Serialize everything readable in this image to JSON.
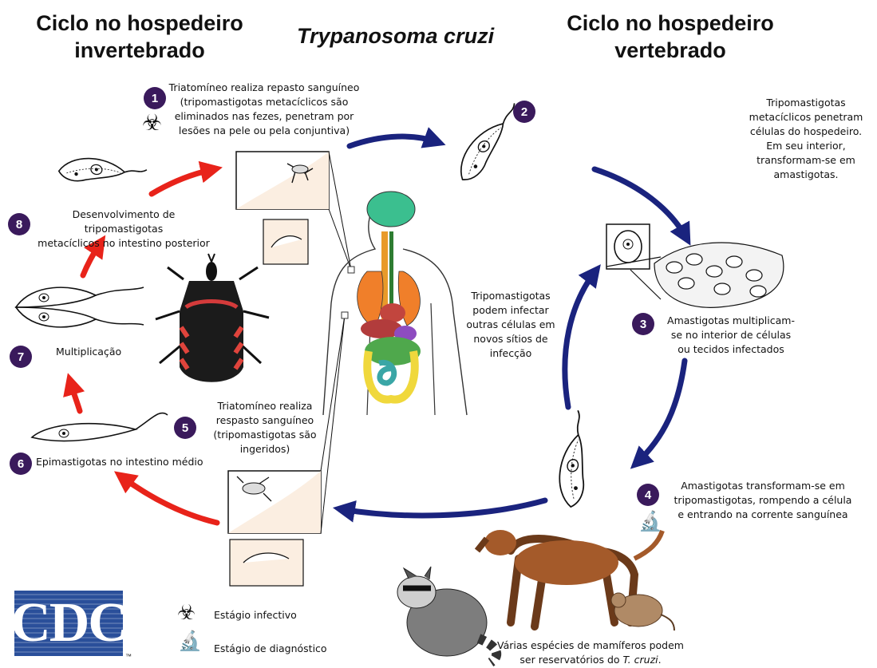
{
  "headings": {
    "invertebrate": "Ciclo no hospedeiro invertebrado",
    "invertebrate_line1": "Ciclo no hospedeiro",
    "invertebrate_line2": "invertebrado",
    "species": "Trypanosoma cruzi",
    "vertebrate_line1": "Ciclo no hospedeiro",
    "vertebrate_line2": "vertebrado"
  },
  "steps": [
    {
      "number": "1",
      "lines": [
        "Triatomíneo realiza repasto sanguíneo",
        "(tripomastigotas metacíclicos são",
        "eliminados nas fezes, penetram por",
        "lesões na pele ou pela conjuntiva)"
      ]
    },
    {
      "number": "2",
      "lines": [
        "Tripomastigotas",
        "metacíclicos penetram",
        "células do hospedeiro.",
        "Em seu interior,",
        "transformam-se em",
        "amastigotas."
      ]
    },
    {
      "number": "3",
      "lines": [
        "Amastigotas multiplicam-",
        "se no interior de células",
        "ou tecidos infectados"
      ]
    },
    {
      "number": "4",
      "lines": [
        "Amastigotas transformam-se em",
        "tripomastigotas, rompendo a célula",
        "e entrando na corrente sanguínea"
      ]
    },
    {
      "number": "5",
      "lines": [
        "Triatomíneo realiza",
        "respasto sanguíneo",
        "(tripomastigotas são",
        "ingeridos)"
      ]
    },
    {
      "number": "6",
      "lines": [
        "Epimastigotas no intestino médio"
      ]
    },
    {
      "number": "7",
      "lines": [
        "Multiplicação"
      ]
    },
    {
      "number": "8",
      "lines": [
        "Desenvolvimento de tripomastigotas",
        "metacíclicos no intestino posterior"
      ]
    }
  ],
  "center_note": [
    "Tripomastigotas",
    "podem infectar",
    "outras células em",
    "novos sítios de",
    "infecção"
  ],
  "reservoir_note": {
    "line1": "Várias espécies de mamíferos podem",
    "line2_prefix": "ser reservatórios do ",
    "line2_italic": "T. cruzi",
    "line2_suffix": "."
  },
  "legend": {
    "infective": "Estágio infectivo",
    "diagnostic": "Estágio de diagnóstico"
  },
  "logo": {
    "text": "CDC",
    "trademark": "™"
  },
  "colors": {
    "vertebrate_arrow": "#1a237e",
    "invertebrate_arrow": "#e8231a",
    "badge": "#3a1a5c"
  },
  "icons": [
    "biohazard-icon",
    "microscope-icon"
  ]
}
